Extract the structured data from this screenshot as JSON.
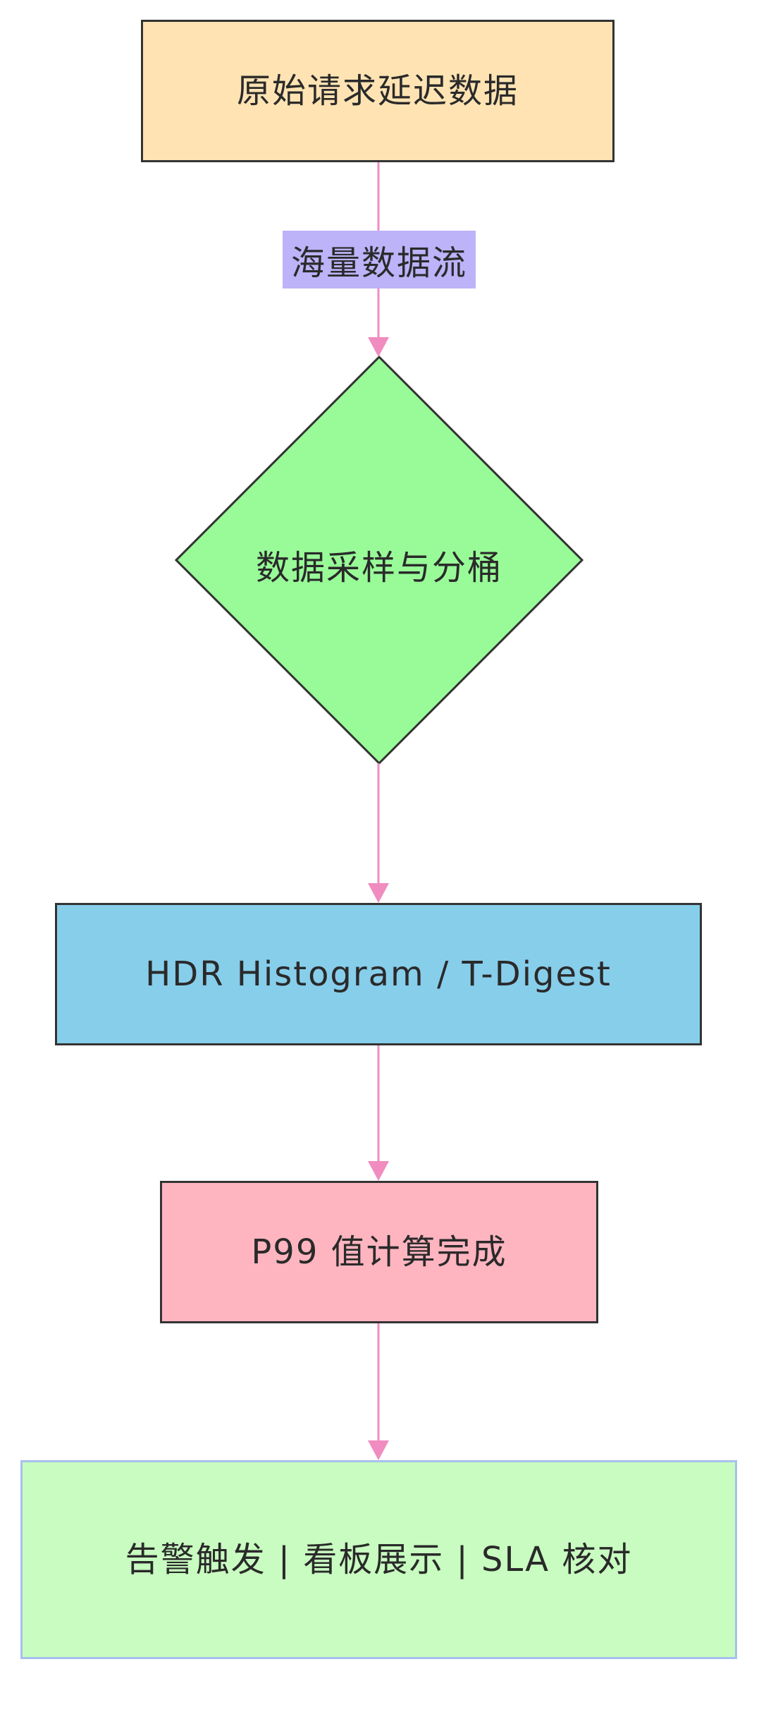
{
  "diagram": {
    "colors": {
      "start_fill": "#ffe3b3",
      "decision_fill": "#98fb98",
      "histogram_fill": "#87ceeb",
      "p99_fill": "#ffb5c0",
      "output_fill": "#c8fcc0",
      "edge_label_fill": "#bcb3f9",
      "edge_color": "#f08cc0",
      "border_color": "#333333",
      "output_border_color": "#a8c0ee"
    },
    "nodes": {
      "start": {
        "label": "原始请求延迟数据"
      },
      "decision": {
        "label": "数据采样与分桶"
      },
      "histogram": {
        "label": "HDR Histogram / T-Digest"
      },
      "p99": {
        "label": "P99 值计算完成"
      },
      "output": {
        "label": "告警触发 | 看板展示 | SLA 核对"
      }
    },
    "edges": {
      "start_to_decision": {
        "label": "海量数据流"
      }
    }
  }
}
